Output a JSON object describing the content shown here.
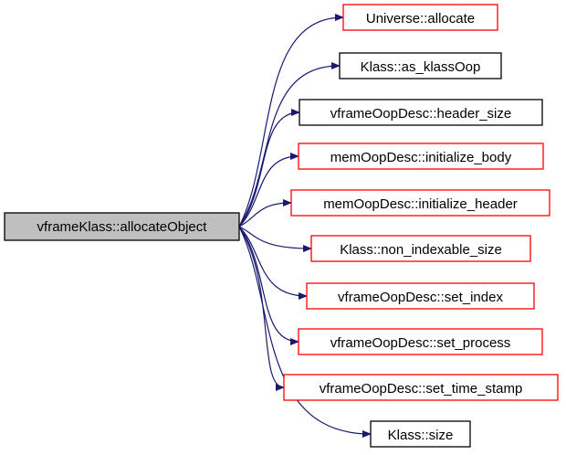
{
  "colors": {
    "edge": "#191970",
    "root_fill": "#bfbfbf",
    "root_border": "#000000",
    "linked_border": "#ff0000",
    "plain_border": "#000000",
    "node_fill": "#ffffff"
  },
  "root": {
    "label": "vframeKlass::allocateObject"
  },
  "callees": [
    {
      "label": "Universe::allocate",
      "border": "red"
    },
    {
      "label": "Klass::as_klassOop",
      "border": "black"
    },
    {
      "label": "vframeOopDesc::header_size",
      "border": "black"
    },
    {
      "label": "memOopDesc::initialize_body",
      "border": "red"
    },
    {
      "label": "memOopDesc::initialize_header",
      "border": "red"
    },
    {
      "label": "Klass::non_indexable_size",
      "border": "red"
    },
    {
      "label": "vframeOopDesc::set_index",
      "border": "red"
    },
    {
      "label": "vframeOopDesc::set_process",
      "border": "red"
    },
    {
      "label": "vframeOopDesc::set_time_stamp",
      "border": "red"
    },
    {
      "label": "Klass::size",
      "border": "black"
    }
  ]
}
